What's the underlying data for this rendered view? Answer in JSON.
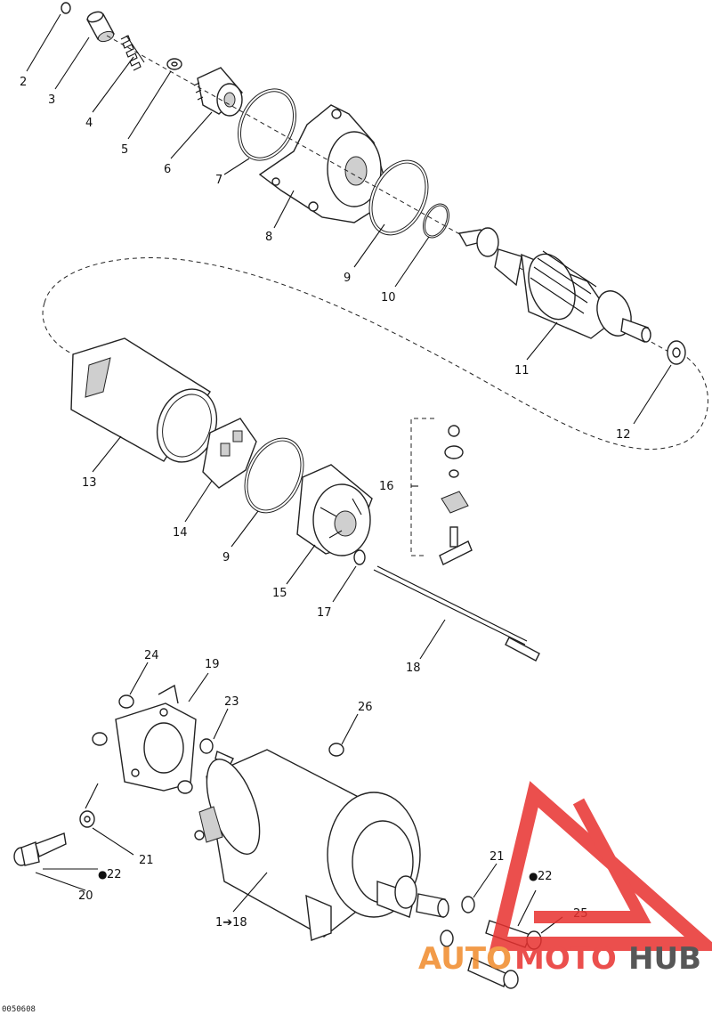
{
  "diagram": {
    "drawing_code": "0050608",
    "callouts": [
      {
        "id": "c2",
        "text": "2"
      },
      {
        "id": "c3",
        "text": "3"
      },
      {
        "id": "c4",
        "text": "4"
      },
      {
        "id": "c5",
        "text": "5"
      },
      {
        "id": "c6",
        "text": "6"
      },
      {
        "id": "c7",
        "text": "7"
      },
      {
        "id": "c8",
        "text": "8"
      },
      {
        "id": "c9a",
        "text": "9"
      },
      {
        "id": "c10",
        "text": "10"
      },
      {
        "id": "c11",
        "text": "11"
      },
      {
        "id": "c12",
        "text": "12"
      },
      {
        "id": "c13",
        "text": "13"
      },
      {
        "id": "c14",
        "text": "14"
      },
      {
        "id": "c9b",
        "text": "9"
      },
      {
        "id": "c15",
        "text": "15"
      },
      {
        "id": "c16",
        "text": "16"
      },
      {
        "id": "c17",
        "text": "17"
      },
      {
        "id": "c18",
        "text": "18"
      },
      {
        "id": "c24",
        "text": "24"
      },
      {
        "id": "c19",
        "text": "19"
      },
      {
        "id": "c23",
        "text": "23"
      },
      {
        "id": "c26",
        "text": "26"
      },
      {
        "id": "c21a",
        "text": "21"
      },
      {
        "id": "c22a",
        "text": "22"
      },
      {
        "id": "c20",
        "text": "20"
      },
      {
        "id": "c1_18",
        "text": "1➔18"
      },
      {
        "id": "c21b",
        "text": "21"
      },
      {
        "id": "c22b",
        "text": "22"
      },
      {
        "id": "c25",
        "text": "25"
      }
    ]
  },
  "watermark": {
    "part1": "AUTO",
    "part2": "MOTO",
    "part3": "HUB",
    "color_red": "#e8312f",
    "color_orange": "#f08a2a",
    "color_dark": "#3a3a3a"
  }
}
